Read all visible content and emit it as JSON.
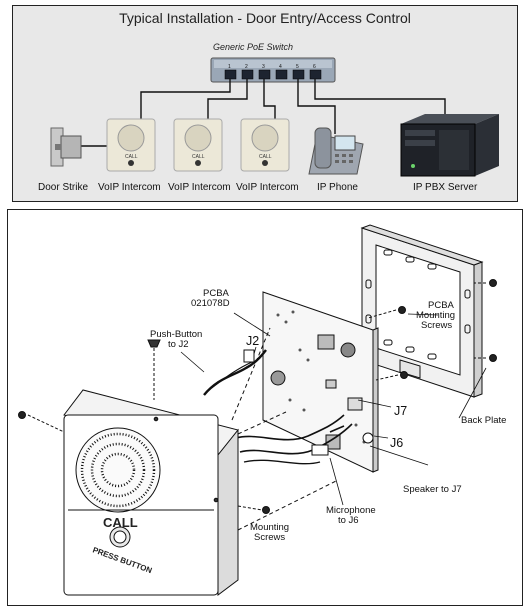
{
  "top_panel": {
    "title": "Typical Installation - Door Entry/Access Control",
    "switch_label": "Generic PoE Switch",
    "port_numbers": [
      "1",
      "2",
      "3",
      "4",
      "5",
      "6"
    ],
    "devices": [
      {
        "id": "door-strike",
        "label": "Door Strike"
      },
      {
        "id": "voip-intercom-1",
        "label": "VoIP Intercom"
      },
      {
        "id": "voip-intercom-2",
        "label": "VoIP Intercom"
      },
      {
        "id": "voip-intercom-3",
        "label": "VoIP Intercom"
      },
      {
        "id": "ip-phone",
        "label": "IP Phone"
      },
      {
        "id": "ip-pbx-server",
        "label": "IP PBX Server"
      }
    ]
  },
  "bottom_panel": {
    "labels": {
      "pcba_1": "PCBA",
      "pcba_2": "021078D",
      "push_button_1": "Push-Button",
      "push_button_2": "to J2",
      "j2": "J2",
      "pcba_screws_1": "PCBA",
      "pcba_screws_2": "Mounting",
      "pcba_screws_3": "Screws",
      "j7": "J7",
      "j6": "J6",
      "back_plate": "Back Plate",
      "speaker": "Speaker to J7",
      "microphone_1": "Microphone",
      "microphone_2": "to J6",
      "mounting_screws_1": "Mounting",
      "mounting_screws_2": "Screws",
      "call": "CALL",
      "press_button": "PRESS BUTTON"
    }
  }
}
